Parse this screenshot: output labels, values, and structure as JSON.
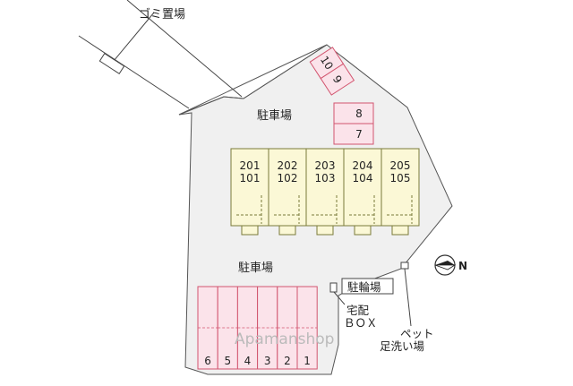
{
  "labels": {
    "garbage": "ゴミ置場",
    "parking_top": "駐車場",
    "parking_bottom": "駐車場",
    "bicycle": "駐輪場",
    "delivery_box_1": "宅配",
    "delivery_box_2": "ＢＯＸ",
    "pet_1": "ペット",
    "pet_2": "足洗い場",
    "watermark": "Apamanshop",
    "north": "N"
  },
  "units": [
    {
      "upper": "201",
      "lower": "101"
    },
    {
      "upper": "202",
      "lower": "102"
    },
    {
      "upper": "203",
      "lower": "103"
    },
    {
      "upper": "204",
      "lower": "104"
    },
    {
      "upper": "205",
      "lower": "105"
    }
  ],
  "parking_top": [
    "10",
    "9",
    "8",
    "7"
  ],
  "parking_bottom": [
    "6",
    "5",
    "4",
    "3",
    "2",
    "1"
  ],
  "colors": {
    "building_fill": "#fbf8d6",
    "building_stroke": "#7a7a3a",
    "parking_fill": "#fbe3ea",
    "parking_stroke": "#d2556f",
    "lot_fill": "#f0f0f0",
    "lot_stroke": "#555555",
    "watermark": "#bbbbbb"
  }
}
